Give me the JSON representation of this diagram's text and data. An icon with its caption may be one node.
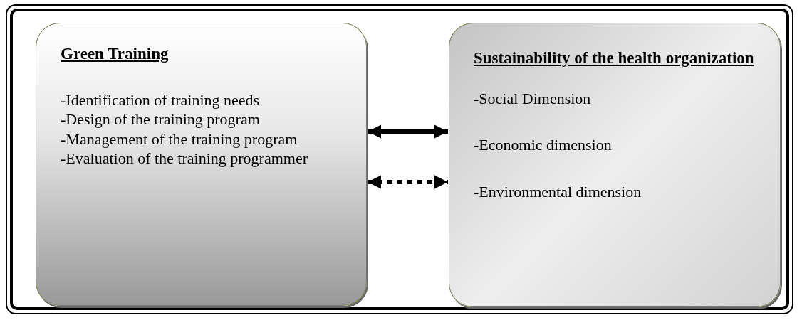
{
  "diagram": {
    "nodes": [
      {
        "text": [
          "Green Training",
          "-Identification of training needs",
          "-Design of the training program",
          "-Management of the training program",
          "-Evaluation of the training programmer"
        ]
      },
      {
        "text": [
          "Sustainability of the health organization",
          "-Social Dimension",
          "-Economic dimension",
          "-Environmental dimension"
        ]
      }
    ],
    "edges": [
      {
        "from": 0,
        "to": 1,
        "arrow": "both"
      },
      {
        "from": 0,
        "to": 1,
        "arrow": "both",
        "style": "dashed"
      }
    ]
  }
}
